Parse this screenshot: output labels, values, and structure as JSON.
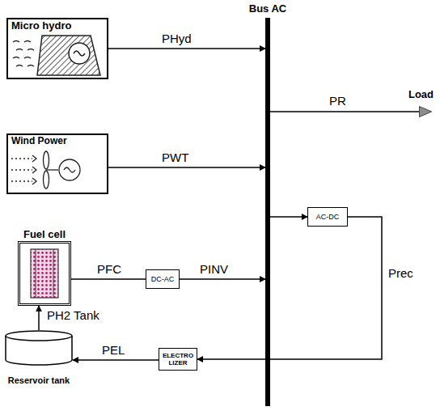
{
  "diagram": {
    "nodes": [
      {
        "text": [
          "Micro hydro"
        ]
      },
      {
        "text": [
          "Wind Power"
        ]
      },
      {
        "text": [
          "Bus AC"
        ]
      },
      {
        "text": [
          "Load"
        ]
      },
      {
        "text": [
          "Fuel cell"
        ]
      },
      {
        "text": [
          "DC-AC"
        ]
      },
      {
        "text": [
          "AC-DC"
        ]
      },
      {
        "text": [
          "ELECTRO LIZER"
        ]
      },
      {
        "text": [
          "Reservoir tank"
        ]
      }
    ],
    "edges": [
      {
        "from": 0,
        "to": 2,
        "label": "PHyd",
        "arrow": "to"
      },
      {
        "from": 1,
        "to": 2,
        "label": "PWT",
        "arrow": "to"
      },
      {
        "from": 2,
        "to": 3,
        "label": "PR",
        "arrow": "none"
      },
      {
        "from": 4,
        "to": 5,
        "label": "PFC",
        "arrow": "none"
      },
      {
        "from": 5,
        "to": 2,
        "label": "PINV",
        "arrow": "to"
      },
      {
        "from": 2,
        "to": 6,
        "arrow": "to"
      },
      {
        "from": 6,
        "to": 7,
        "label": "Prec",
        "arrow": "to"
      },
      {
        "from": 7,
        "to": 8,
        "label": "PEL",
        "arrow": "to"
      },
      {
        "from": 8,
        "to": 4,
        "label": "PH2 Tank",
        "arrow": "to"
      }
    ]
  }
}
